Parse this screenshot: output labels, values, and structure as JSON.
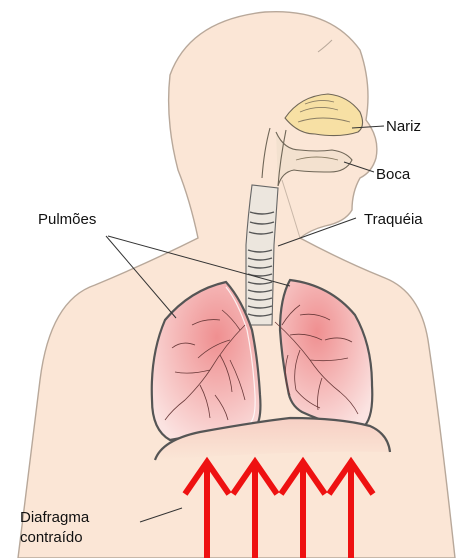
{
  "labels": {
    "nose": "Nariz",
    "mouth": "Boca",
    "lungs": "Pulmões",
    "trachea": "Traquéia",
    "diaphragm_line1": "Diafragma",
    "diaphragm_line2": "contraído"
  },
  "colors": {
    "skin": "#fbe6d6",
    "skin_outline": "#b8a89a",
    "lung_fill": "#f5b9b9",
    "lung_center": "#ef8f90",
    "lung_outline": "#555555",
    "nasal_cavity": "#f7e0a4",
    "trachea_fill": "#ece6de",
    "arrow": "#ee1111"
  }
}
